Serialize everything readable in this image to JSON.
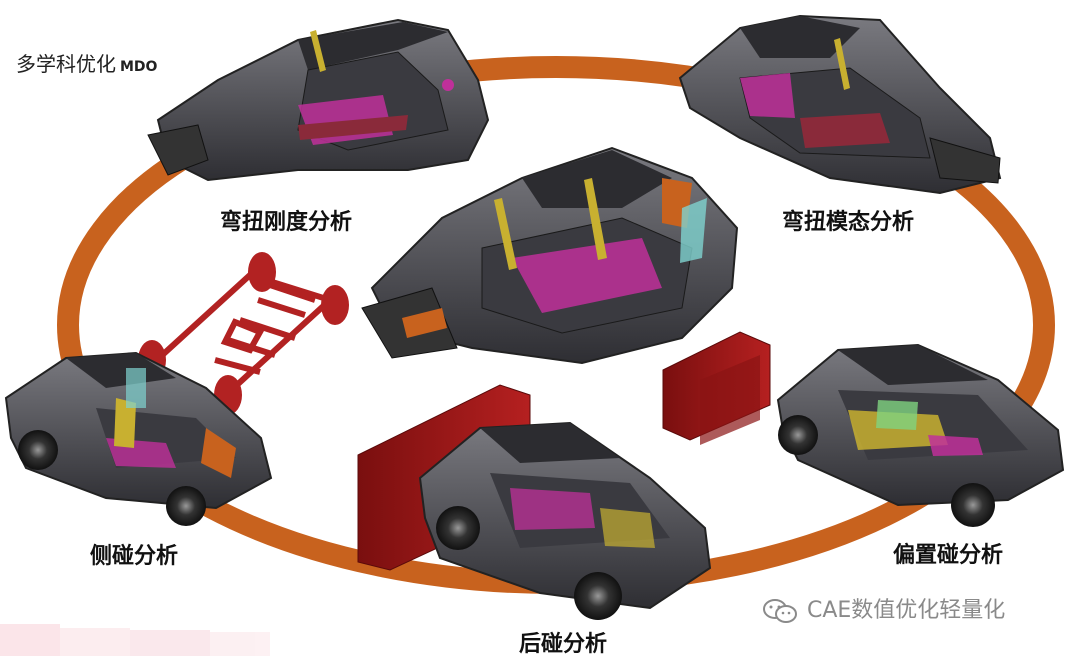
{
  "title": {
    "main": "多学科优化",
    "suffix": "MDO"
  },
  "labels": {
    "torsion_stiffness": "弯扭刚度分析",
    "torsion_modal": "弯扭模态分析",
    "side_impact": "侧碰分析",
    "offset_impact": "偏置碰分析",
    "rear_impact": "后碰分析"
  },
  "watermark": "CAE数值优化轻量化",
  "colors": {
    "ring": "#C8621E",
    "body_gray": "#4a4a4e",
    "magenta": "#C0309A",
    "yellow": "#C8B030",
    "barrier": "#A01818"
  }
}
